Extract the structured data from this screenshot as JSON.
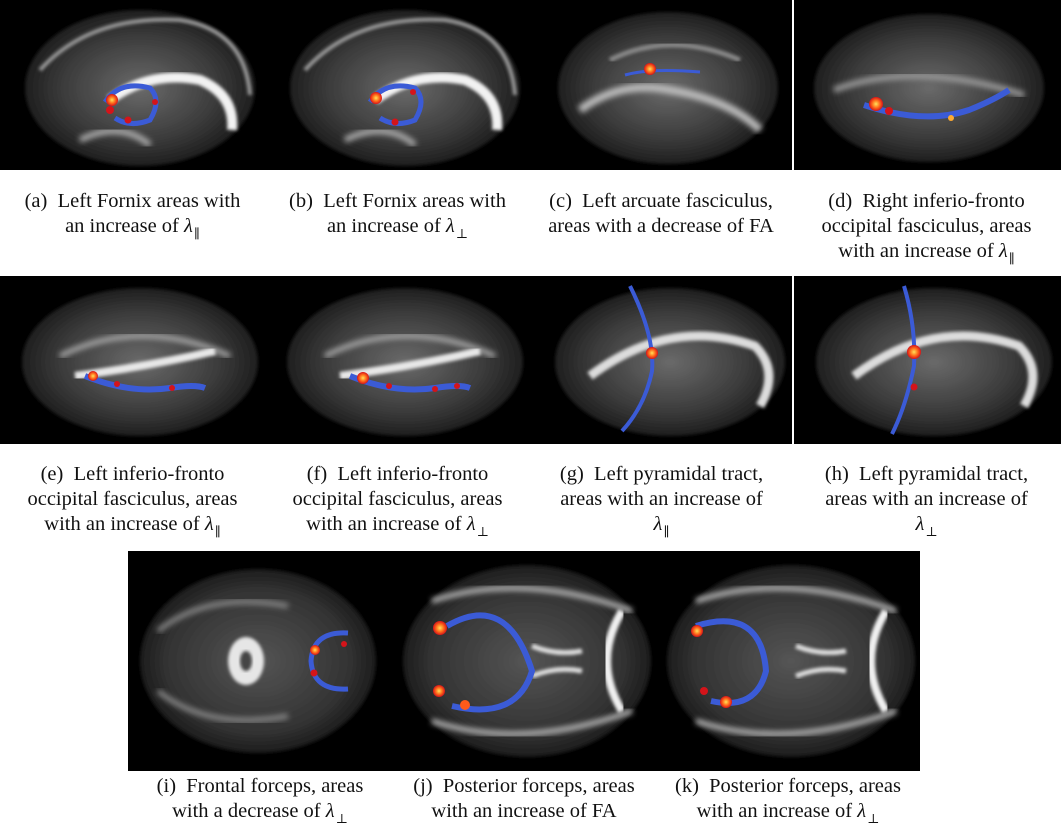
{
  "figures": {
    "a": {
      "label": "(a)",
      "l1": "Left Fornix areas with",
      "l2": "an increase of",
      "sym": "λ",
      "sub": "∥"
    },
    "b": {
      "label": "(b)",
      "l1": "Left Fornix areas with",
      "l2": "an increase of",
      "sym": "λ",
      "sub": "⊥"
    },
    "c": {
      "label": "(c)",
      "l1": "Left arcuate fasciculus,",
      "l2": "areas with a decrease of FA"
    },
    "d": {
      "label": "(d)",
      "l1": "Right inferio-fronto",
      "l2": "occipital fasciculus, areas",
      "l3": "with an increase of",
      "sym": "λ",
      "sub": "∥"
    },
    "e": {
      "label": "(e)",
      "l1": "Left inferio-fronto",
      "l2": "occipital fasciculus, areas",
      "l3": "with an increase of",
      "sym": "λ",
      "sub": "∥"
    },
    "f": {
      "label": "(f)",
      "l1": "Left inferio-fronto",
      "l2": "occipital fasciculus, areas",
      "l3": "with an increase of",
      "sym": "λ",
      "sub": "⊥"
    },
    "g": {
      "label": "(g)",
      "l1": "Left pyramidal tract,",
      "l2": "areas with an increase of",
      "sym": "λ",
      "sub": "∥"
    },
    "h": {
      "label": "(h)",
      "l1": "Left pyramidal tract,",
      "l2": "areas with an increase of",
      "sym": "λ",
      "sub": "⊥"
    },
    "i": {
      "label": "(i)",
      "l1": "Frontal forceps, areas",
      "l2": "with a decrease of",
      "sym": "λ",
      "sub": "⊥"
    },
    "j": {
      "label": "(j)",
      "l1": "Posterior forceps, areas",
      "l2": "with an increase of FA"
    },
    "k": {
      "label": "(k)",
      "l1": "Posterior forceps, areas",
      "l2": "with an increase of",
      "sym": "λ",
      "sub": "⊥"
    }
  },
  "colors": {
    "tract": "#3b5bd6",
    "significance": "#e3221c",
    "significance_peak": "#ffd23a",
    "background": "#000000"
  }
}
